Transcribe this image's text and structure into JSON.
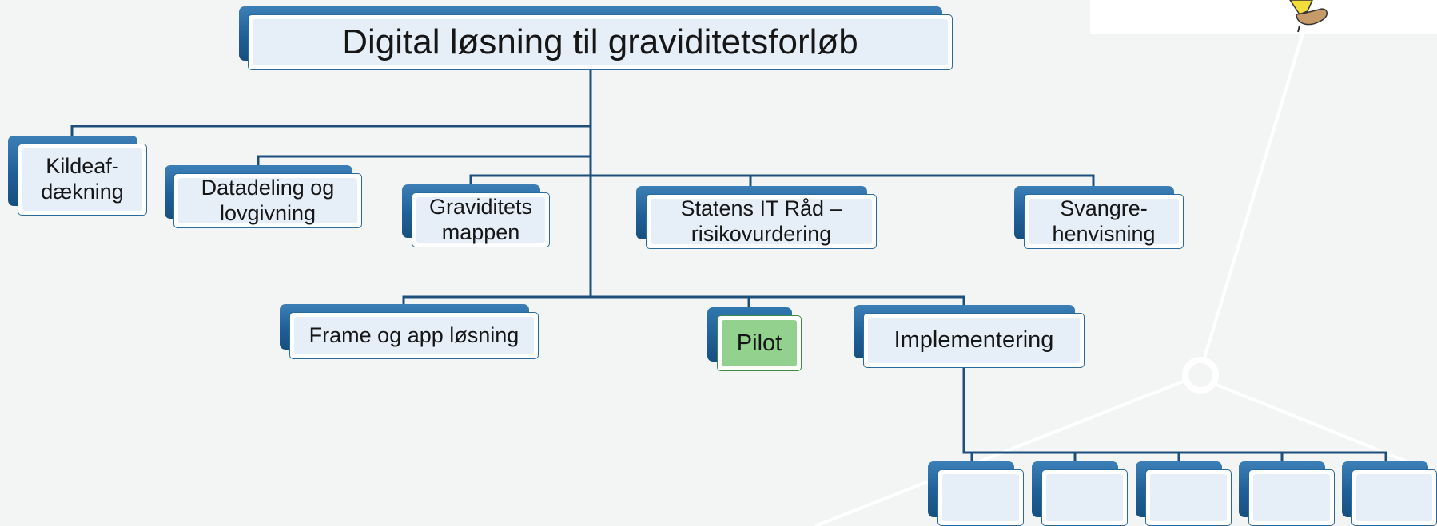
{
  "diagram": {
    "title": "Digital løsning til graviditetsforløb",
    "level1": [
      "Kildeaf-\ndækning",
      "Datadeling og\nlovgivning",
      "Graviditets\nmappen",
      "Statens IT Råd –\nrisikovurdering",
      "Svangre-\nhenvisning"
    ],
    "level2": [
      "Frame og app løsning",
      "Pilot",
      "Implementering"
    ],
    "implementation_children": [
      "",
      "",
      "",
      "",
      ""
    ]
  },
  "colors": {
    "background": "#f3f5f4",
    "connector": "#1d4f7a",
    "box_shadow_blue": "#1f5f98",
    "box_fill": "#e6eef8",
    "pilot_fill": "#92d28e"
  }
}
